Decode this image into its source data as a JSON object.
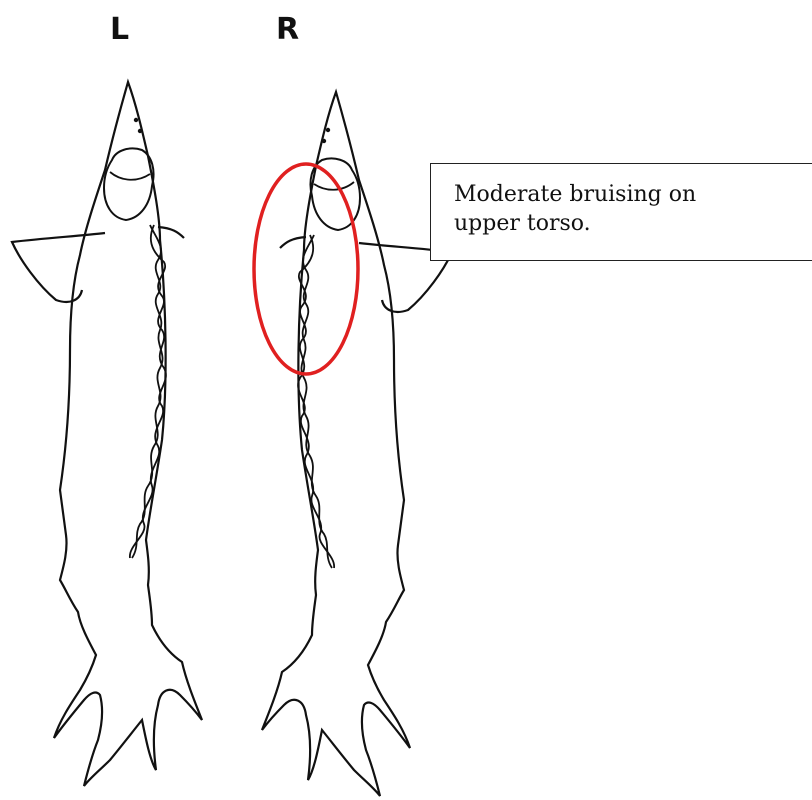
{
  "labels": {
    "left": "L",
    "right": "R"
  },
  "annotation": {
    "text_line1": "Moderate bruising on",
    "text_line2": "upper torso.",
    "marker_color": "#e02020"
  }
}
